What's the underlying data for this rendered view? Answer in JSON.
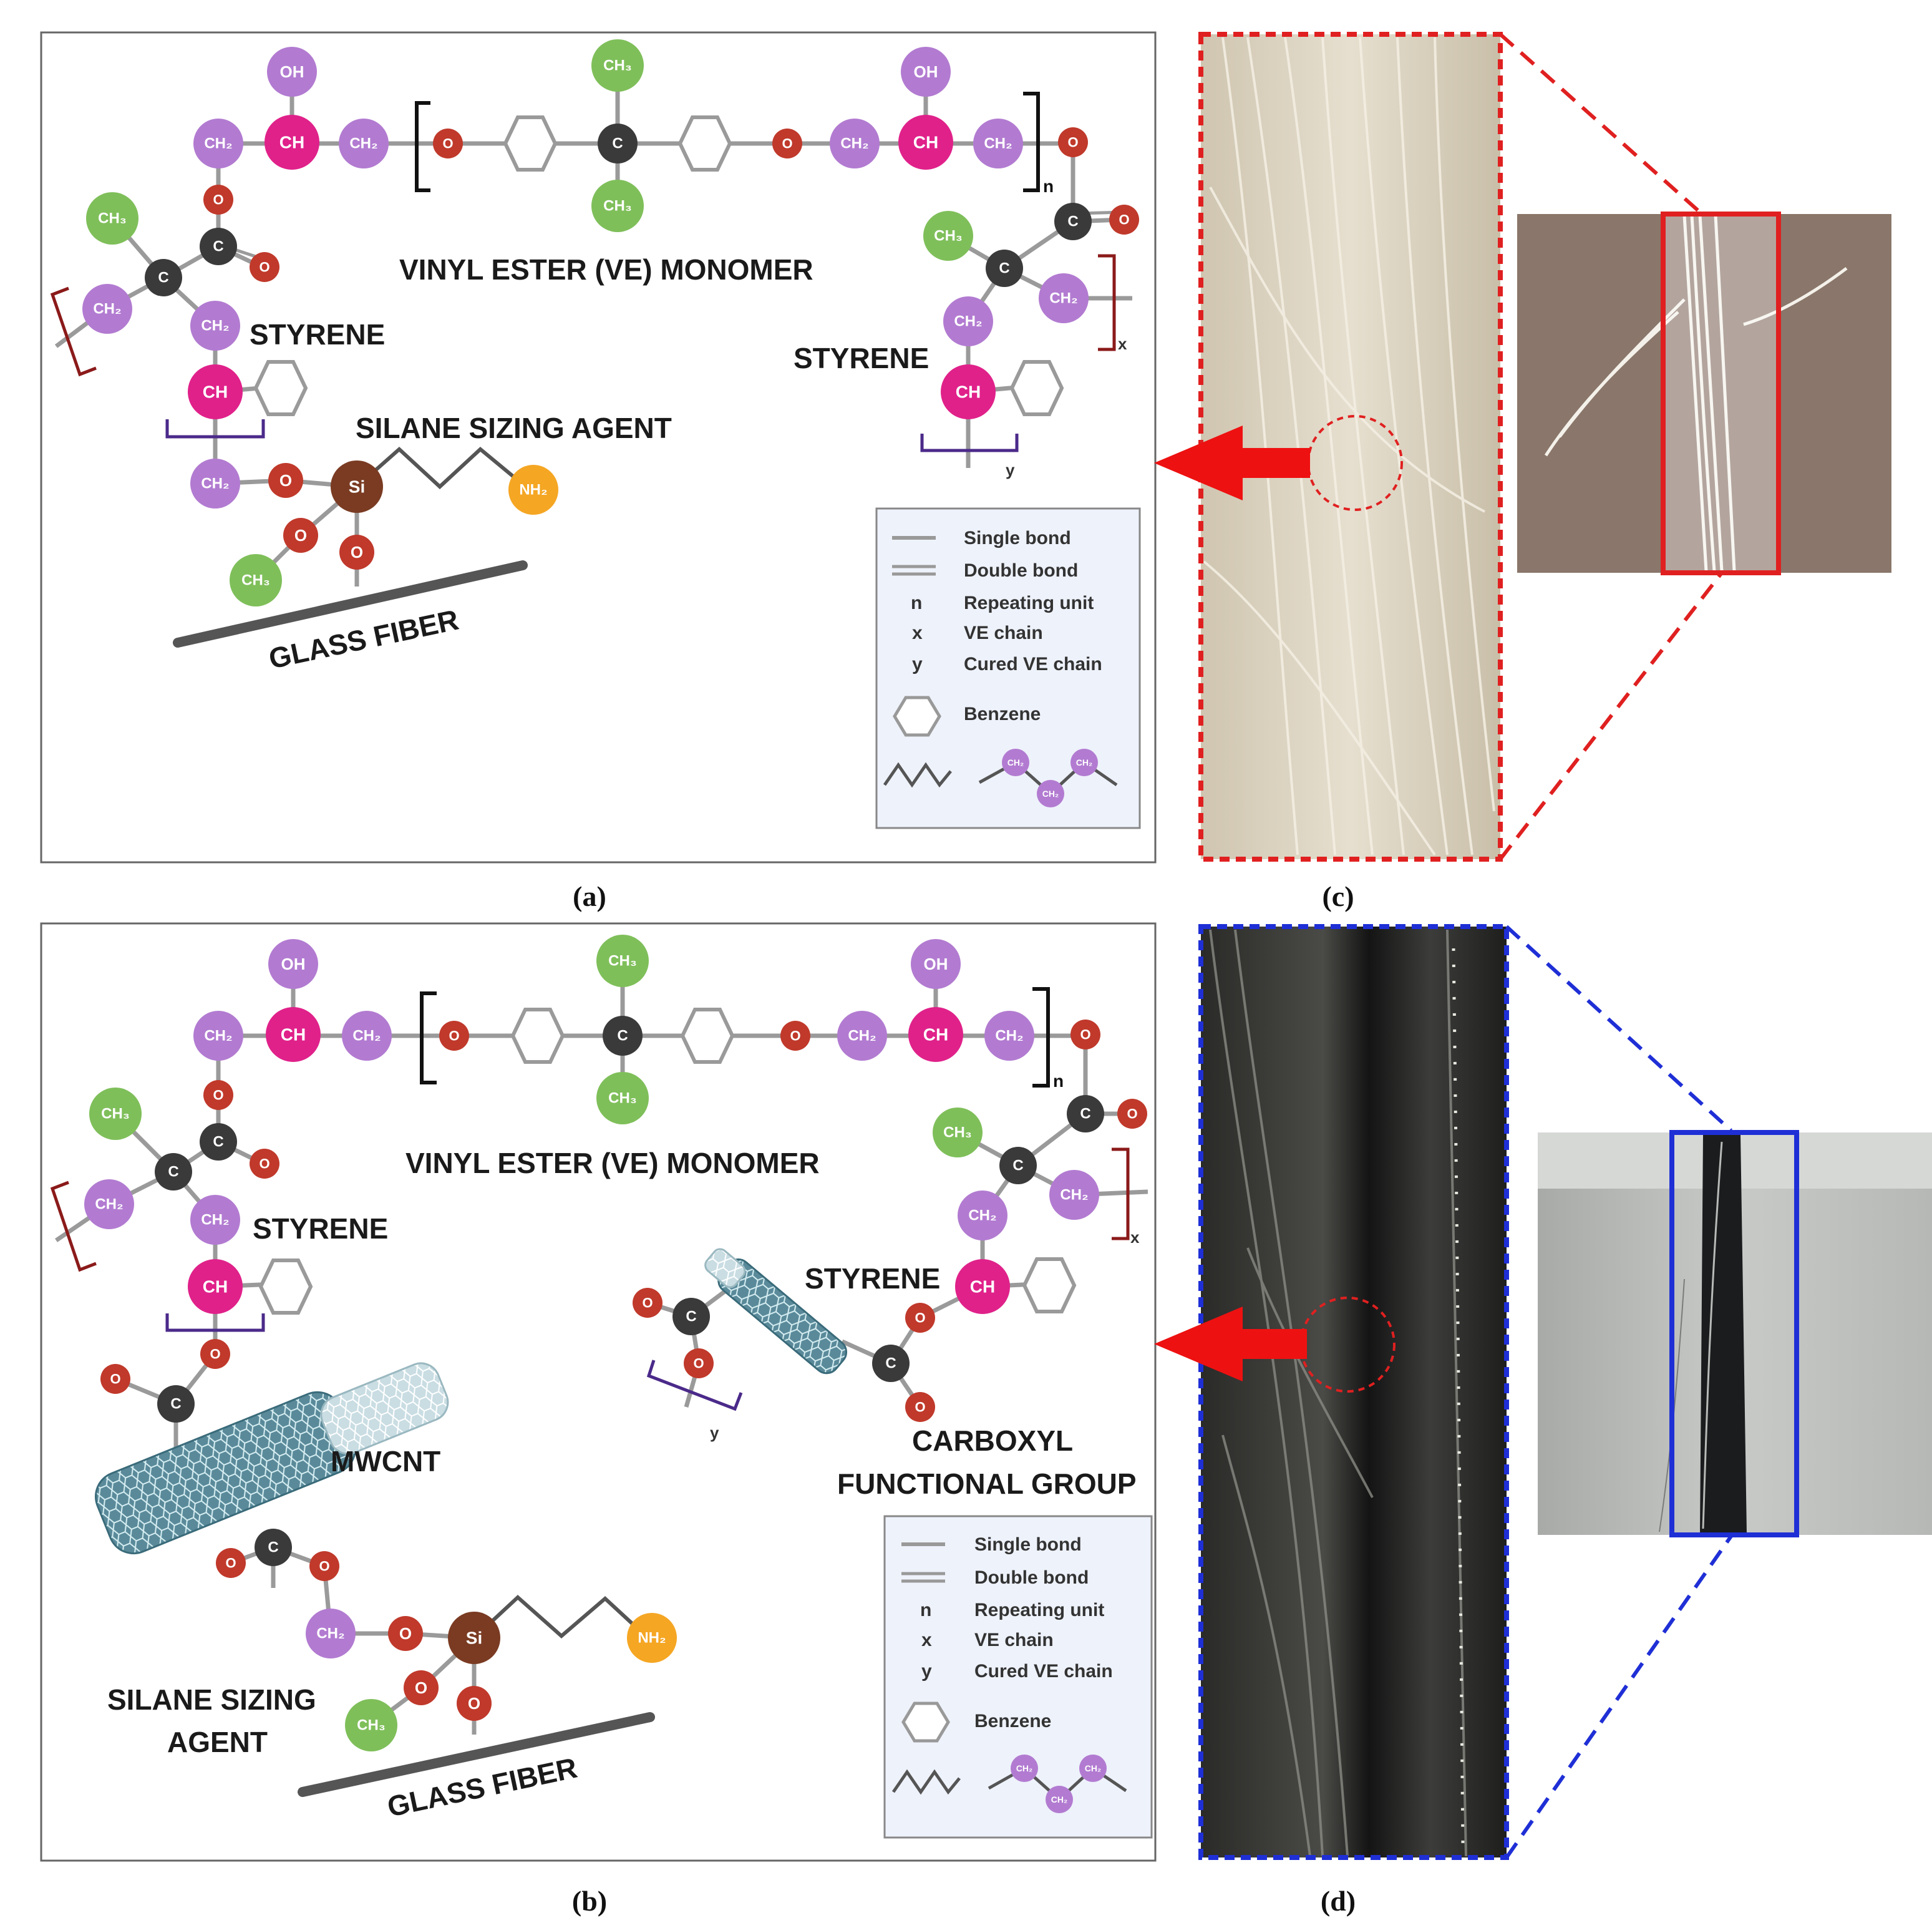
{
  "colors": {
    "oxygen": "#c0392b",
    "methylene": "#b27bd1",
    "methine": "#e0218a",
    "hydroxyl": "#b27bd1",
    "methyl": "#7fbf5a",
    "carbon": "#3a3a3a",
    "silicon": "#7a3b22",
    "amine": "#f5a623",
    "bond": "#999999",
    "bracket_red": "#8b1a1a",
    "bracket_purple": "#4b2a8a",
    "legend_bg": "#eef2fb",
    "zoom_red": "#e02020",
    "zoom_blue": "#1f2fd6",
    "arrow": "#ee1111"
  },
  "atoms": {
    "ch2": "CH₂",
    "ch": "CH",
    "oh": "OH",
    "ch3": "CH₃",
    "c": "C",
    "o": "O",
    "si": "Si",
    "nh2": "NH₂"
  },
  "panel_a": {
    "caption": "(a)",
    "monomer_label": "VINYL ESTER (VE) MONOMER",
    "styrene_left": "STYRENE",
    "styrene_right": "STYRENE",
    "silane_label": "SILANE SIZING AGENT",
    "glass_fiber": "GLASS FIBER",
    "sub_n": "n",
    "sub_x": "x",
    "sub_y": "y"
  },
  "panel_b": {
    "caption": "(b)",
    "monomer_label": "VINYL ESTER (VE) MONOMER",
    "styrene_left": "STYRENE",
    "styrene_right": "STYRENE",
    "mwcnt_label": "MWCNT",
    "carboxyl_line1": "CARBOXYL",
    "carboxyl_line2": "FUNCTIONAL GROUP",
    "silane_line1": "SILANE SIZING",
    "silane_line2": "AGENT",
    "glass_fiber": "GLASS FIBER",
    "sub_n": "n",
    "sub_x": "x",
    "sub_y": "y"
  },
  "panel_c": {
    "caption": "(c)"
  },
  "panel_d": {
    "caption": "(d)"
  },
  "legend": {
    "single_bond": "Single bond",
    "double_bond": "Double bond",
    "n_symbol": "n",
    "n_text": "Repeating unit",
    "x_symbol": "x",
    "x_text": "VE chain",
    "y_symbol": "y",
    "y_text": "Cured VE chain",
    "benzene": "Benzene"
  }
}
